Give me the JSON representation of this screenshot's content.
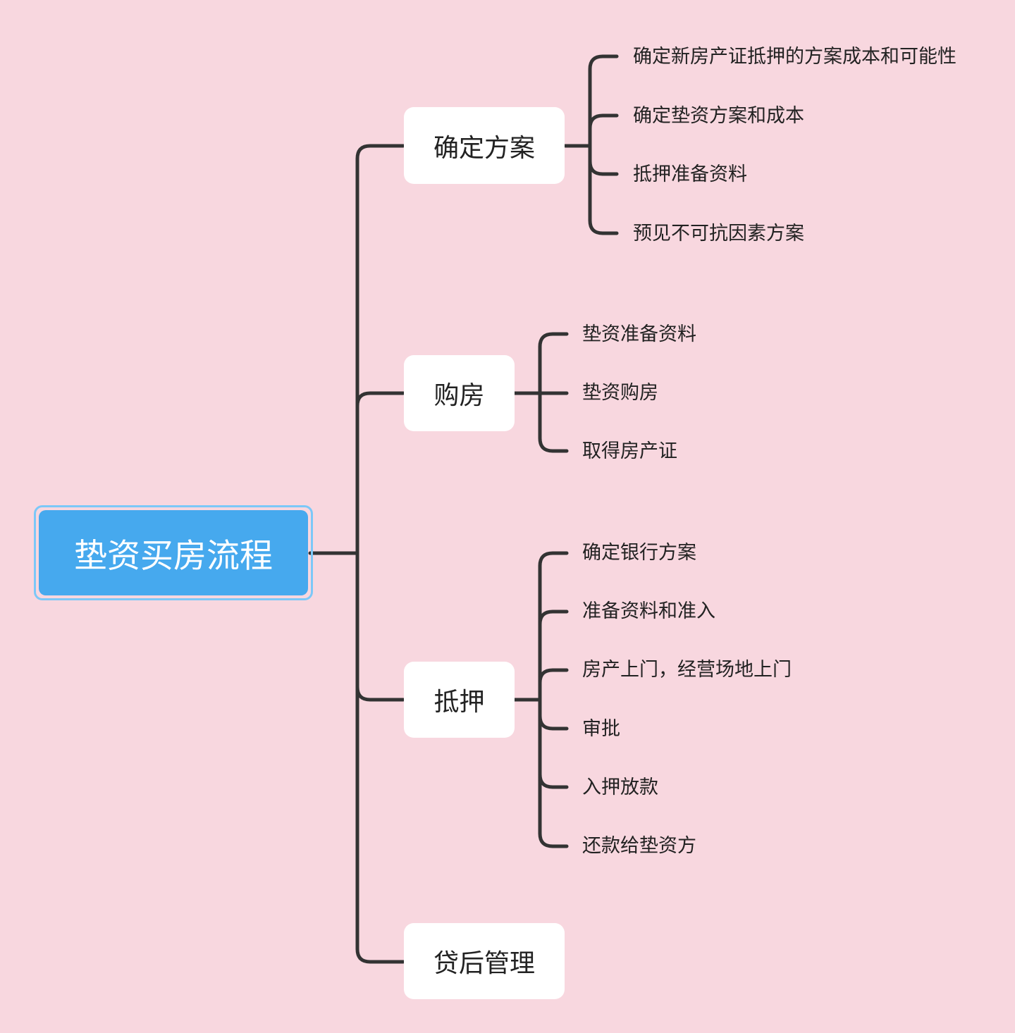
{
  "root": {
    "label": "垫资买房流程"
  },
  "branches": [
    {
      "label": "确定方案",
      "children": [
        "确定新房产证抵押的方案成本和可能性",
        "确定垫资方案和成本",
        "抵押准备资料",
        "预见不可抗因素方案"
      ]
    },
    {
      "label": "购房",
      "children": [
        "垫资准备资料",
        "垫资购房",
        "取得房产证"
      ]
    },
    {
      "label": "抵押",
      "children": [
        "确定银行方案",
        "准备资料和准入",
        "房产上门，经营场地上门",
        "审批",
        "入押放款",
        "还款给垫资方"
      ]
    },
    {
      "label": "贷后管理",
      "children": []
    }
  ],
  "colors": {
    "background": "#f8d7df",
    "root_fill": "#46a9ee",
    "root_outline": "#7cc8f8",
    "node_fill": "#ffffff",
    "connector": "#333333",
    "text": "#222222"
  }
}
